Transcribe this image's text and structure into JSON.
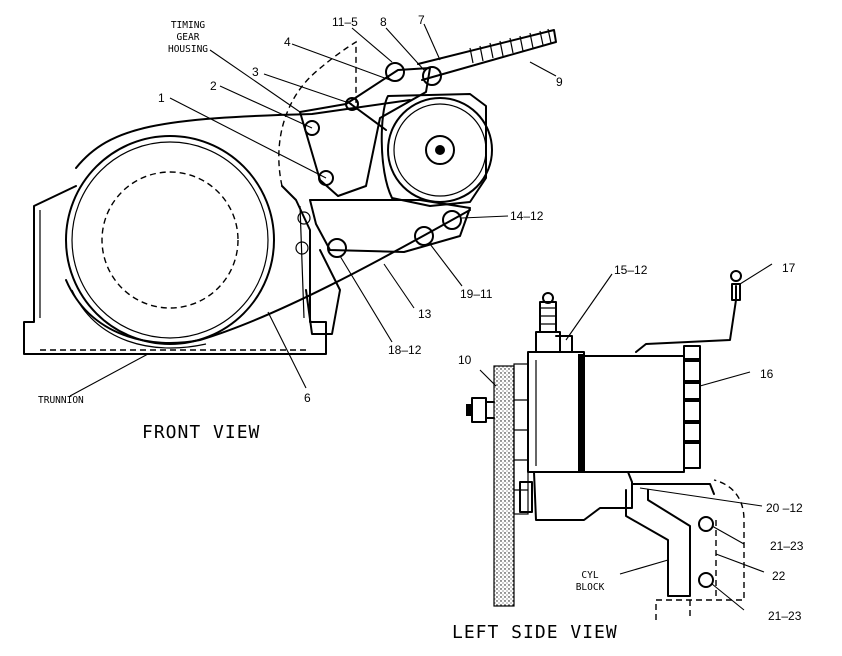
{
  "views": {
    "front": "FRONT VIEW",
    "side": "LEFT SIDE VIEW"
  },
  "notes": {
    "timing_gear_housing": [
      "TIMING",
      "GEAR",
      "HOUSING"
    ],
    "trunnion": "TRUNNION",
    "cyl_block": [
      "CYL",
      "BLOCK"
    ]
  },
  "callouts": {
    "c1": "1",
    "c2": "2",
    "c3": "3",
    "c4": "4",
    "c6": "6",
    "c7": "7",
    "c8": "8",
    "c9": "9",
    "c10": "10",
    "c11_5": "11–5",
    "c13": "13",
    "c14_12": "14–12",
    "c15_12": "15–12",
    "c16": "16",
    "c17": "17",
    "c18_12": "18–12",
    "c19_11": "19–11",
    "c20_12": "20 –12",
    "c21_23_a": "21–23",
    "c21_23_b": "21–23",
    "c22": "22"
  }
}
